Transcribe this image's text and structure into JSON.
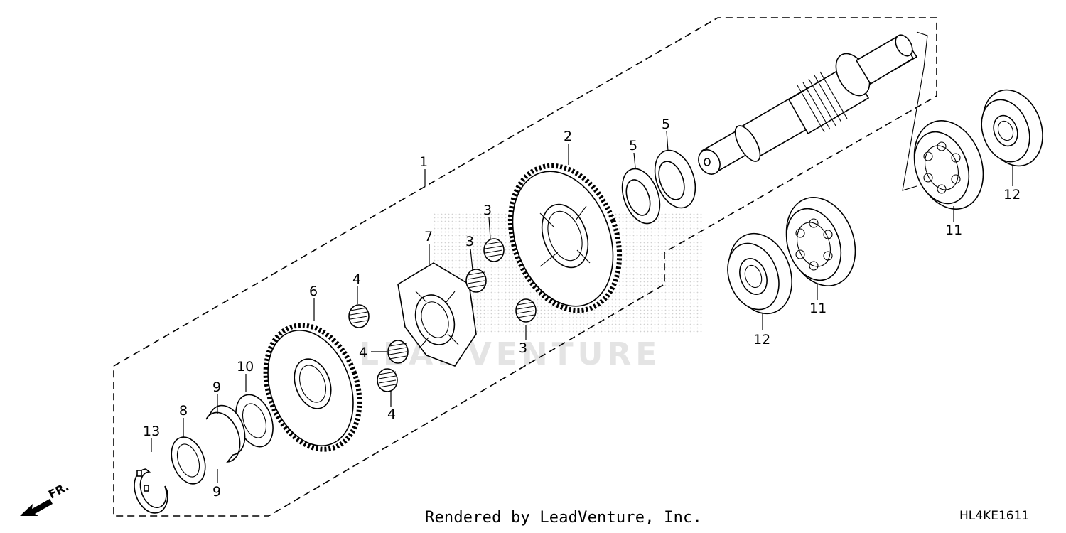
{
  "diagram": {
    "callouts": [
      {
        "id": "1",
        "label": "1"
      },
      {
        "id": "2",
        "label": "2"
      },
      {
        "id": "3a",
        "label": "3"
      },
      {
        "id": "3b",
        "label": "3"
      },
      {
        "id": "3c",
        "label": "3"
      },
      {
        "id": "4a",
        "label": "4"
      },
      {
        "id": "4b",
        "label": "4"
      },
      {
        "id": "4c",
        "label": "4"
      },
      {
        "id": "5a",
        "label": "5"
      },
      {
        "id": "5b",
        "label": "5"
      },
      {
        "id": "6",
        "label": "6"
      },
      {
        "id": "7",
        "label": "7"
      },
      {
        "id": "8",
        "label": "8"
      },
      {
        "id": "9a",
        "label": "9"
      },
      {
        "id": "9b",
        "label": "9"
      },
      {
        "id": "10",
        "label": "10"
      },
      {
        "id": "11a",
        "label": "11"
      },
      {
        "id": "11b",
        "label": "11"
      },
      {
        "id": "12a",
        "label": "12"
      },
      {
        "id": "12b",
        "label": "12"
      },
      {
        "id": "13",
        "label": "13"
      }
    ],
    "direction_marker": "FR.",
    "watermark": "LEADVENTURE",
    "footer": {
      "credit": "Rendered by LeadVenture, Inc.",
      "diagram_code": "HL4KE1611"
    }
  }
}
